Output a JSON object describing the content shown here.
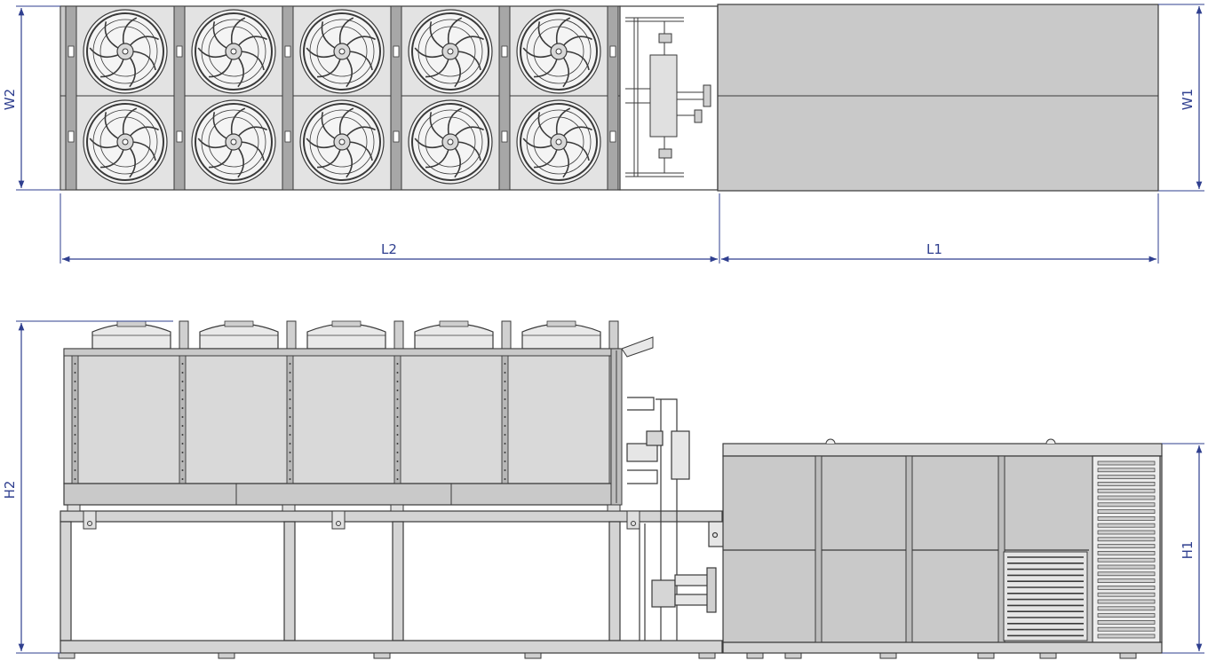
{
  "dimensions": {
    "W1": "W1",
    "W2": "W2",
    "L1": "L1",
    "L2": "L2",
    "H1": "H1",
    "H2": "H2"
  },
  "top_view": {
    "fan_count": 10,
    "fan_rows": 2,
    "fan_columns": 5
  },
  "side_view": {
    "fan_cover_count": 5,
    "coil_panel_count": 5,
    "cabinet_door_columns": 4
  },
  "colors": {
    "dimension": "#2f3f8f",
    "outline": "#3a3a3a",
    "panel": "#c9c9c9",
    "panel_light": "#e3e3e3",
    "frame": "#a7a7a7"
  }
}
